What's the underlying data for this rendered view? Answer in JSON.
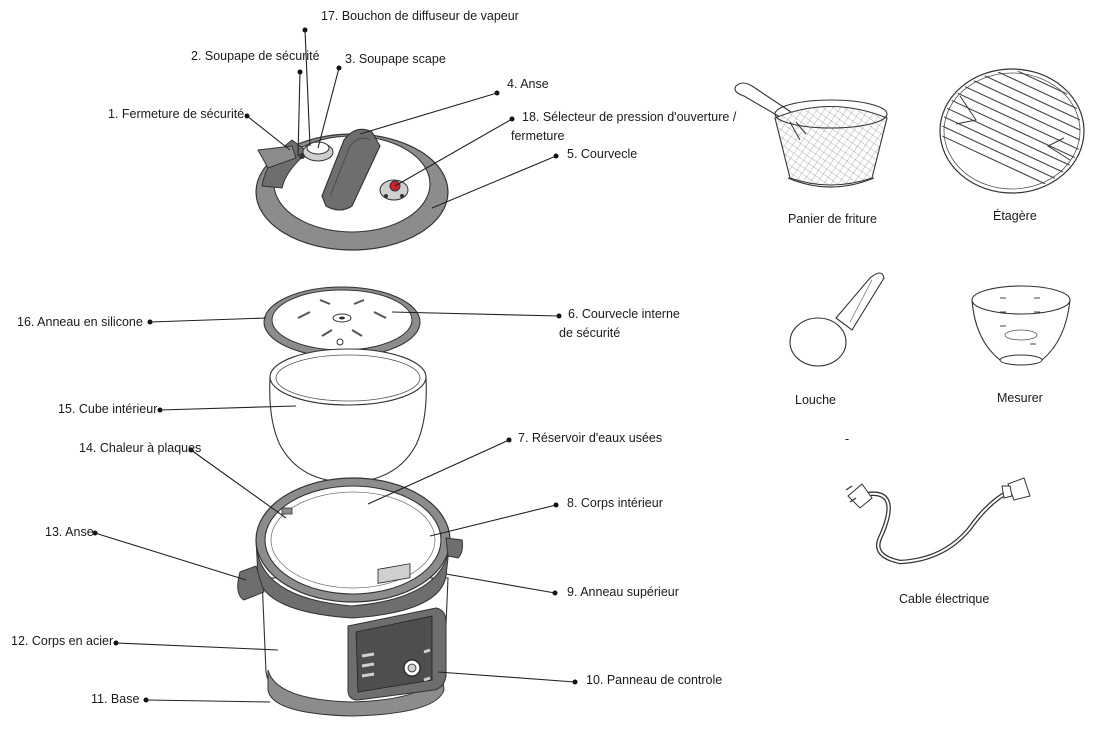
{
  "labels": {
    "p1": "1. Fermeture de sécurité",
    "p2": "2. Soupape de sécurité",
    "p3": "3. Soupape scape",
    "p4": "4. Anse",
    "p5": "5. Courvecle",
    "p6_line1": "6. Courvecle interne",
    "p6_line2": "de sécurité",
    "p7": "7. Réservoir d'eaux usées",
    "p8": "8. Corps intérieur",
    "p9": "9. Anneau supérieur",
    "p10": "10. Panneau de controle",
    "p11": "11. Base",
    "p12": "12. Corps  en acier",
    "p13": "13. Anse",
    "p14": "14. Chaleur à plaques",
    "p15": "15. Cube intérieur",
    "p16": "16. Anneau en silicone",
    "p17": "17. Bouchon de diffuseur de vapeur",
    "p18_line1": "18. Sélecteur de pression d'ouverture /",
    "p18_line2": "fermeture"
  },
  "accessories": {
    "basket": "Panier de friture",
    "rack": "Étagère",
    "ladle": "Louche",
    "cup": "Mesurer",
    "dash": "-",
    "cable": "Cable électrique"
  },
  "colors": {
    "lid_ring": "#8c8c8c",
    "dark_grey": "#6e6e6e",
    "selector": "#d3202b",
    "outline": "#333333"
  }
}
